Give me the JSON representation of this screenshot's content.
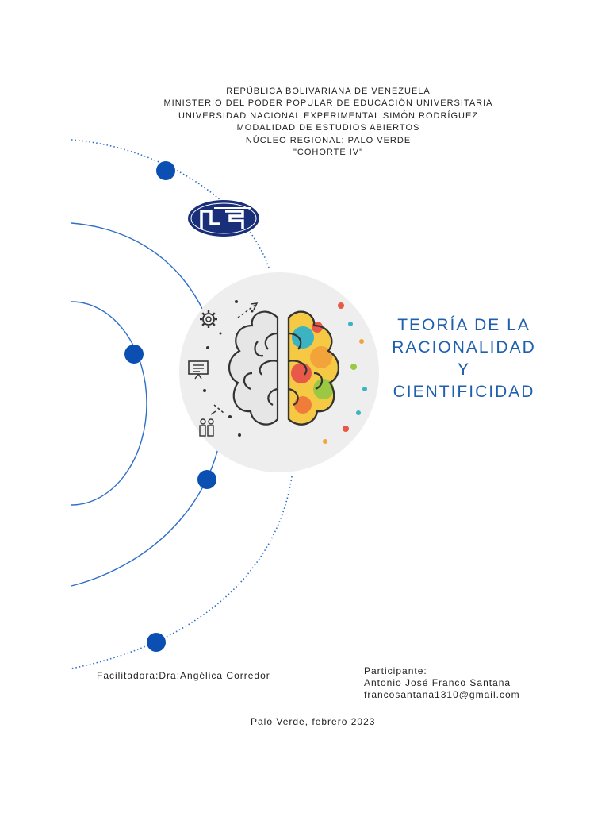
{
  "header": {
    "lines": [
      "REPÚBLICA BOLIVARIANA DE VENEZUELA",
      "MINISTERIO DEL PODER POPULAR DE EDUCACIÓN UNIVERSITARIA",
      "UNIVERSIDAD NACIONAL EXPERIMENTAL SIMÓN RODRÍGUEZ",
      "MODALIDAD DE ESTUDIOS ABIERTOS",
      "NÚCLEO REGIONAL: PALO VERDE",
      "\"COHORTE IV\""
    ]
  },
  "title": {
    "lines": [
      "TEORÍA DE LA",
      "RACIONALIDAD",
      "Y",
      "CIENTIFICIDAD"
    ]
  },
  "facilitator": "Facilitadora:Dra:Angélica Corredor",
  "participant": {
    "label": "Participante:",
    "name": "Antonio José Franco Santana",
    "email": "francosantana1310@gmail.com"
  },
  "footer": {
    "date": "Palo Verde, febrero 2023"
  },
  "colors": {
    "accent_blue": "#1f5fae",
    "dot_blue": "#0b4fb3",
    "orbit_blue": "#2e6fc9",
    "logo_navy": "#1a2f7a"
  },
  "icons": [
    "university-logo",
    "brain-illustration",
    "gear-icon",
    "presentation-icon",
    "team-icon"
  ]
}
